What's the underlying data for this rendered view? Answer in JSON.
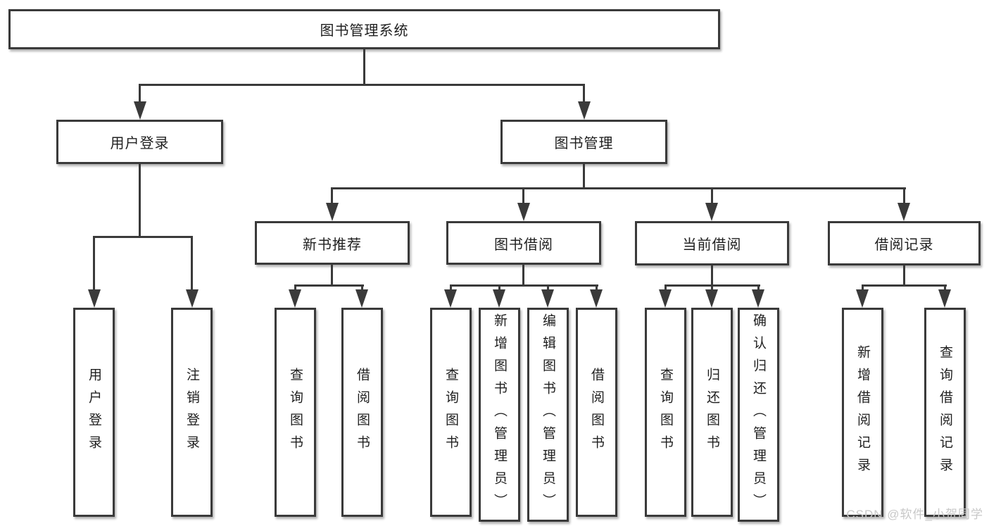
{
  "diagram": {
    "title": "图书管理系统",
    "root": {
      "label": "图书管理系统"
    },
    "branches": [
      {
        "label": "用户登录",
        "children": [
          {
            "label": "用户登录"
          },
          {
            "label": "注销登录"
          }
        ]
      },
      {
        "label": "图书管理",
        "children": [
          {
            "label": "新书推荐",
            "children": [
              {
                "label": "查询图书"
              },
              {
                "label": "借阅图书"
              }
            ]
          },
          {
            "label": "图书借阅",
            "children": [
              {
                "label": "查询图书"
              },
              {
                "label": "新增图书（管理员）"
              },
              {
                "label": "编辑图书（管理员）"
              },
              {
                "label": "借阅图书"
              }
            ]
          },
          {
            "label": "当前借阅",
            "children": [
              {
                "label": "查询图书"
              },
              {
                "label": "归还图书"
              },
              {
                "label": "确认归还（管理员）"
              }
            ]
          },
          {
            "label": "借阅记录",
            "children": [
              {
                "label": "新增借阅记录"
              },
              {
                "label": "查询借阅记录"
              }
            ]
          }
        ]
      }
    ]
  },
  "watermark": {
    "text": "CSDN @软件_小贺同学"
  },
  "colors": {
    "line": "#3a3a3a",
    "text": "#1f1f1f",
    "box_background": "#ffffff",
    "watermark": "#c8c8c8",
    "page_background": "#ffffff"
  }
}
